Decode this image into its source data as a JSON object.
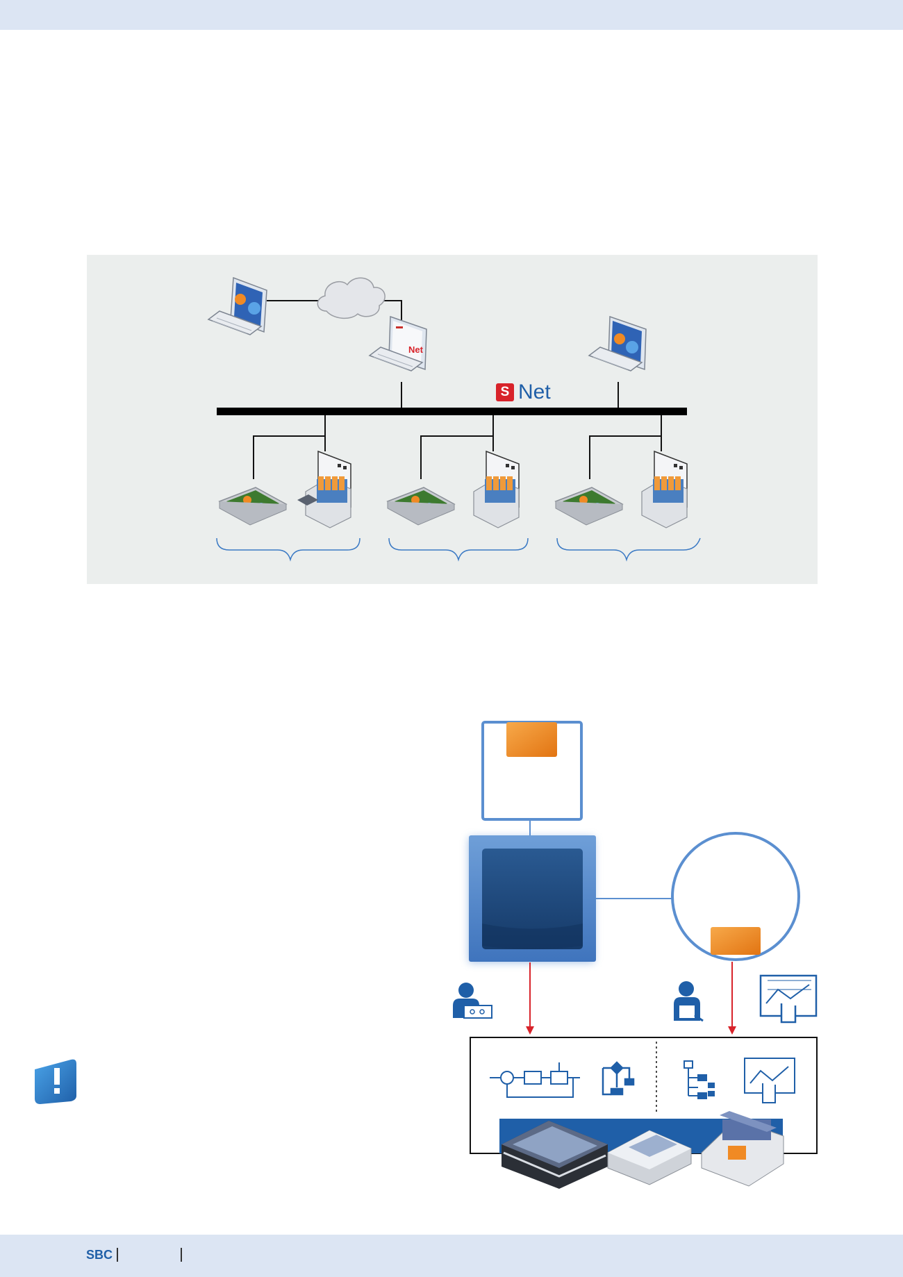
{
  "footer": {
    "brand": "SBC"
  },
  "network_diagram": {
    "bus_label_s": "S",
    "bus_label_net": "Net",
    "laptop_screen_text": "Net"
  },
  "colors": {
    "band": "#dce5f3",
    "brand_blue": "#1f5fa8",
    "accent_red": "#d8232a",
    "orange": "#f08a24",
    "panel": "#ebeeed"
  },
  "icons": [
    "web-browser-icon",
    "cloud-icon",
    "touch-panel-icon",
    "controller-icon",
    "user-icon",
    "info-icon"
  ]
}
